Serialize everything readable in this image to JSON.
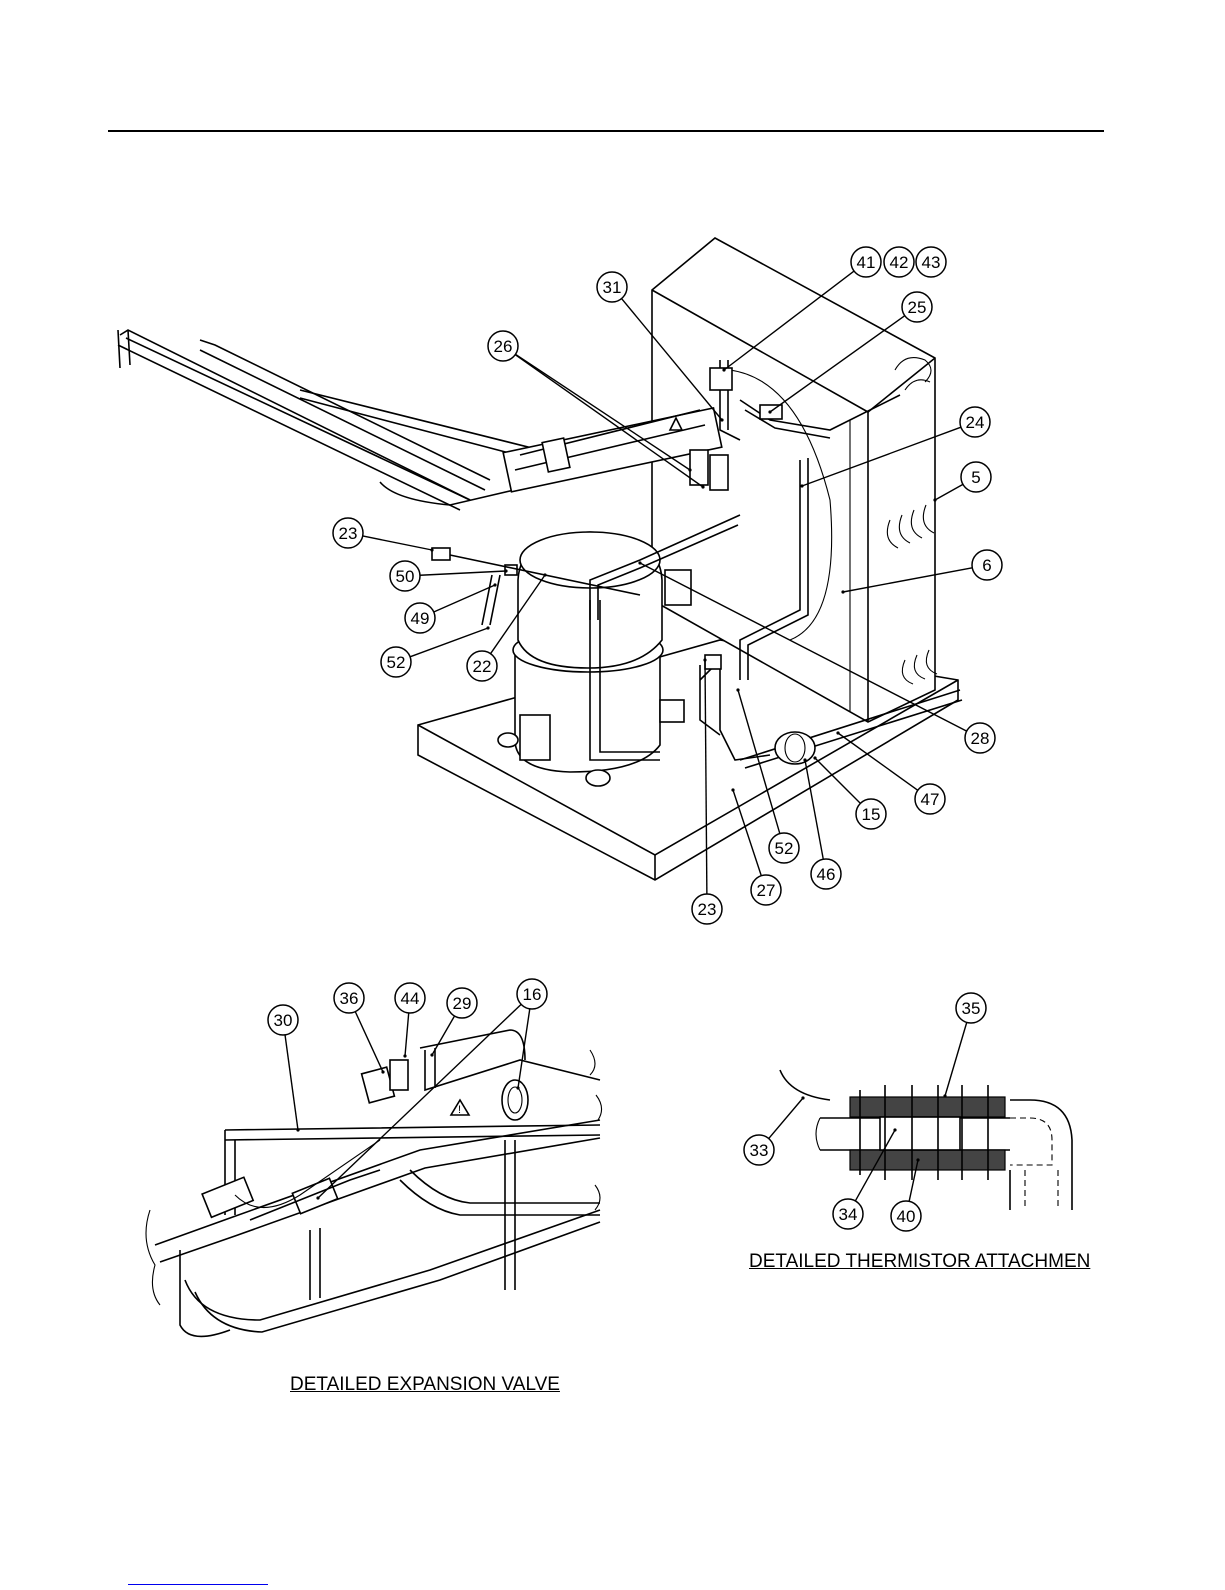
{
  "captions": {
    "expansion_valve": "DETAILED EXPANSION VALVE",
    "thermistor": "DETAILED THERMISTOR ATTACHMEN"
  },
  "callouts": {
    "main": [
      "41",
      "42",
      "43",
      "31",
      "25",
      "26",
      "24",
      "5",
      "6",
      "23",
      "50",
      "49",
      "52",
      "22",
      "28",
      "47",
      "15",
      "46",
      "52",
      "27",
      "23"
    ],
    "expansion": [
      "30",
      "36",
      "44",
      "29",
      "16"
    ],
    "thermistor": [
      "35",
      "33",
      "34",
      "40"
    ]
  }
}
